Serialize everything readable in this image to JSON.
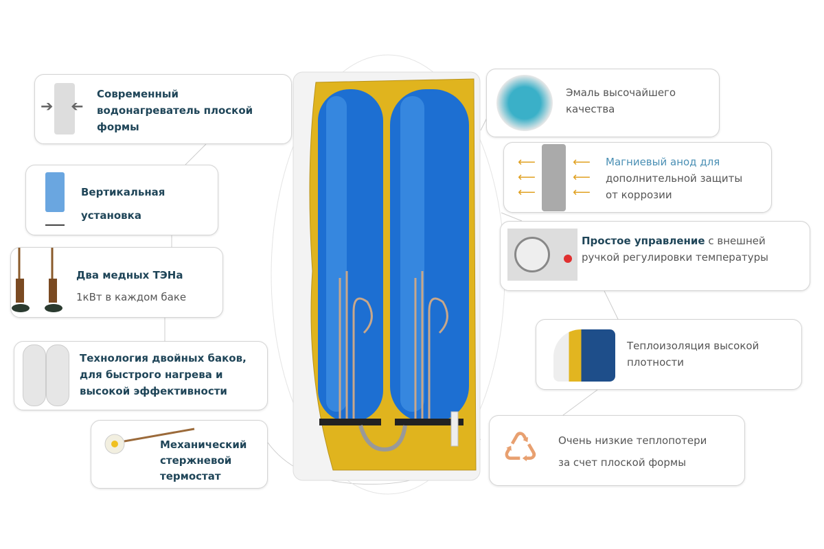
{
  "features_left": [
    {
      "lines": [
        "Современный",
        "водонагреватель плоской",
        "формы"
      ],
      "icon": "flat-shape-arrows-icon"
    },
    {
      "lines": [
        "Вертикальная",
        "установка"
      ],
      "icon": "vertical-install-icon"
    },
    {
      "title": "Два медных ТЭНа",
      "subtitle": "1кВт в каждом баке",
      "icon": "copper-heating-element-icon"
    },
    {
      "lines": [
        "Технология двойных баков,",
        "для быстрого нагрева и",
        "высокой эффективности"
      ],
      "icon": "double-tank-icon"
    },
    {
      "lines": [
        "Механический",
        "стержневой",
        "термостат"
      ],
      "icon": "rod-thermostat-icon"
    }
  ],
  "features_right": [
    {
      "lines": [
        "Эмаль высочайшего",
        "качества"
      ],
      "icon": "enamel-diamond-icon"
    },
    {
      "lines_blue": "Магниевый анод для",
      "lines": [
        "дополнительной защиты",
        "от коррозии"
      ],
      "icon": "magnesium-anode-icon"
    },
    {
      "bold": "Простое управление",
      "rest": " с внешней",
      "line2": "ручкой регулировки температуры",
      "icon": "control-knob-icon"
    },
    {
      "lines": [
        "Теплоизоляция высокой",
        "плотности"
      ],
      "icon": "insulation-icon"
    },
    {
      "lines": [
        "Очень низкие теплопотери",
        "за счет плоской формы"
      ],
      "icon": "recycle-flame-icon"
    }
  ],
  "colors": {
    "tank": "#1e6fd0",
    "insulation": "#e2b520",
    "text": "#1f4558"
  }
}
